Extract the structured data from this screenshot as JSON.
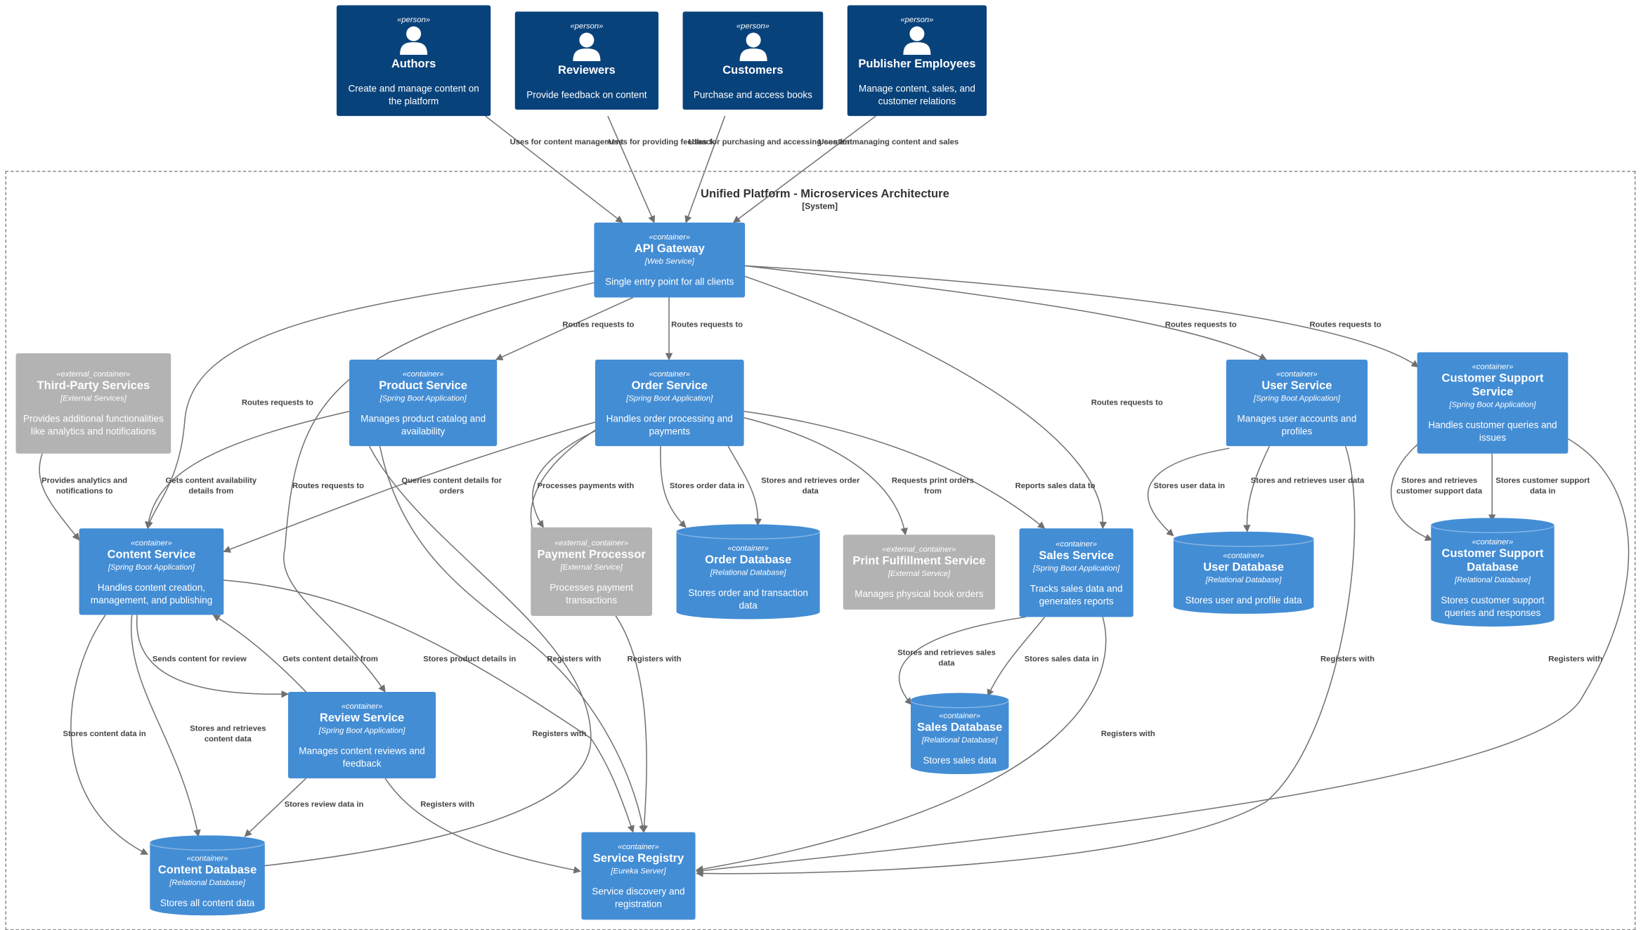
{
  "system": {
    "title": "Unified Platform - Microservices Architecture",
    "stereotype": "[System]"
  },
  "colors": {
    "person": "#08427b",
    "container": "#438dd5",
    "external": "#b3b3b3",
    "edge": "#707070",
    "boundary": "#8a8a8a"
  },
  "persons": {
    "authors": {
      "stereotype": "«person»",
      "name": "Authors",
      "desc": "Create and manage content on the platform"
    },
    "reviewers": {
      "stereotype": "«person»",
      "name": "Reviewers",
      "desc": "Provide feedback on content"
    },
    "customers": {
      "stereotype": "«person»",
      "name": "Customers",
      "desc": "Purchase and access books"
    },
    "publisher": {
      "stereotype": "«person»",
      "name": "Publisher Employees",
      "desc": "Manage content, sales, and customer relations"
    }
  },
  "containers": {
    "api": {
      "stereotype": "«container»",
      "name": "API Gateway",
      "tech": "[Web Service]",
      "desc": "Single entry point for all clients"
    },
    "product": {
      "stereotype": "«container»",
      "name": "Product Service",
      "tech": "[Spring Boot Application]",
      "desc": "Manages product catalog and availability"
    },
    "order": {
      "stereotype": "«container»",
      "name": "Order Service",
      "tech": "[Spring Boot Application]",
      "desc": "Handles order processing and payments"
    },
    "user": {
      "stereotype": "«container»",
      "name": "User Service",
      "tech": "[Spring Boot Application]",
      "desc": "Manages user accounts and profiles"
    },
    "support": {
      "stereotype": "«container»",
      "name": "Customer Support Service",
      "tech": "[Spring Boot Application]",
      "desc": "Handles customer queries and issues"
    },
    "content": {
      "stereotype": "«container»",
      "name": "Content Service",
      "tech": "[Spring Boot Application]",
      "desc": "Handles content creation, management, and publishing"
    },
    "sales": {
      "stereotype": "«container»",
      "name": "Sales Service",
      "tech": "[Spring Boot Application]",
      "desc": "Tracks sales data and generates reports"
    },
    "review": {
      "stereotype": "«container»",
      "name": "Review Service",
      "tech": "[Spring Boot Application]",
      "desc": "Manages content reviews and feedback"
    },
    "registry": {
      "stereotype": "«container»",
      "name": "Service Registry",
      "tech": "[Eureka Server]",
      "desc": "Service discovery and registration"
    }
  },
  "externals": {
    "thirdparty": {
      "stereotype": "«external_container»",
      "name": "Third-Party Services",
      "tech": "[External Services]",
      "desc": "Provides additional functionalities like analytics and notifications"
    },
    "payment": {
      "stereotype": "«external_container»",
      "name": "Payment Processor",
      "tech": "[External Service]",
      "desc": "Processes payment transactions"
    },
    "print": {
      "stereotype": "«external_container»",
      "name": "Print Fulfillment Service",
      "tech": "[External Service]",
      "desc": "Manages physical book orders"
    }
  },
  "databases": {
    "orderdb": {
      "stereotype": "«container»",
      "name": "Order Database",
      "tech": "[Relational Database]",
      "desc": "Stores order and transaction data"
    },
    "userdb": {
      "stereotype": "«container»",
      "name": "User Database",
      "tech": "[Relational Database]",
      "desc": "Stores user and profile data"
    },
    "supportdb": {
      "stereotype": "«container»",
      "name": "Customer Support Database",
      "tech": "[Relational Database]",
      "desc": "Stores customer support queries and responses"
    },
    "salesdb": {
      "stereotype": "«container»",
      "name": "Sales Database",
      "tech": "[Relational Database]",
      "desc": "Stores sales data"
    },
    "contentdb": {
      "stereotype": "«container»",
      "name": "Content Database",
      "tech": "[Relational Database]",
      "desc": "Stores all content data"
    }
  },
  "relationships": [
    {
      "id": "authors-api",
      "text": "Uses for content management"
    },
    {
      "id": "reviewers-api",
      "text": "Uses for providing feedback"
    },
    {
      "id": "customers-api",
      "text": "Uses for purchasing and accessing content"
    },
    {
      "id": "publisher-api",
      "text": "Uses for managing content and sales"
    },
    {
      "id": "api-product",
      "text": "Routes requests to"
    },
    {
      "id": "api-order",
      "text": "Routes requests to"
    },
    {
      "id": "api-user",
      "text": "Routes requests to"
    },
    {
      "id": "api-support",
      "text": "Routes requests to"
    },
    {
      "id": "api-content",
      "text": "Routes requests to"
    },
    {
      "id": "api-review",
      "text": "Routes requests to"
    },
    {
      "id": "api-sales",
      "text": "Routes requests to"
    },
    {
      "id": "thirdparty-content",
      "text": "Provides analytics and notifications to"
    },
    {
      "id": "product-content",
      "text": "Gets content availability details from"
    },
    {
      "id": "order-content",
      "text": "Queries content details for orders"
    },
    {
      "id": "order-payment",
      "text": "Processes payments with"
    },
    {
      "id": "order-orderdb-1",
      "text": "Stores order data in"
    },
    {
      "id": "order-orderdb-2",
      "text": "Stores and retrieves order data"
    },
    {
      "id": "order-print",
      "text": "Requests print orders from"
    },
    {
      "id": "order-sales",
      "text": "Reports sales data to"
    },
    {
      "id": "user-userdb-1",
      "text": "Stores user data in"
    },
    {
      "id": "user-userdb-2",
      "text": "Stores and retrieves user data"
    },
    {
      "id": "support-supportdb-1",
      "text": "Stores and retrieves customer support data"
    },
    {
      "id": "support-supportdb-2",
      "text": "Stores customer support data in"
    },
    {
      "id": "content-review",
      "text": "Sends content for review"
    },
    {
      "id": "review-content",
      "text": "Gets content details from"
    },
    {
      "id": "product-contentdb",
      "text": "Stores product details in"
    },
    {
      "id": "product-registry",
      "text": "Registers with"
    },
    {
      "id": "order-registry",
      "text": "Registers with"
    },
    {
      "id": "content-contentdb-1",
      "text": "Stores content data in"
    },
    {
      "id": "content-contentdb-2",
      "text": "Stores and retrieves content data"
    },
    {
      "id": "content-registry",
      "text": "Registers with"
    },
    {
      "id": "review-contentdb",
      "text": "Stores review data in"
    },
    {
      "id": "review-registry",
      "text": "Registers with"
    },
    {
      "id": "sales-salesdb-1",
      "text": "Stores and retrieves sales data"
    },
    {
      "id": "sales-salesdb-2",
      "text": "Stores sales data in"
    },
    {
      "id": "sales-registry",
      "text": "Registers with"
    },
    {
      "id": "user-registry",
      "text": "Registers with"
    },
    {
      "id": "support-registry",
      "text": "Registers with"
    }
  ]
}
